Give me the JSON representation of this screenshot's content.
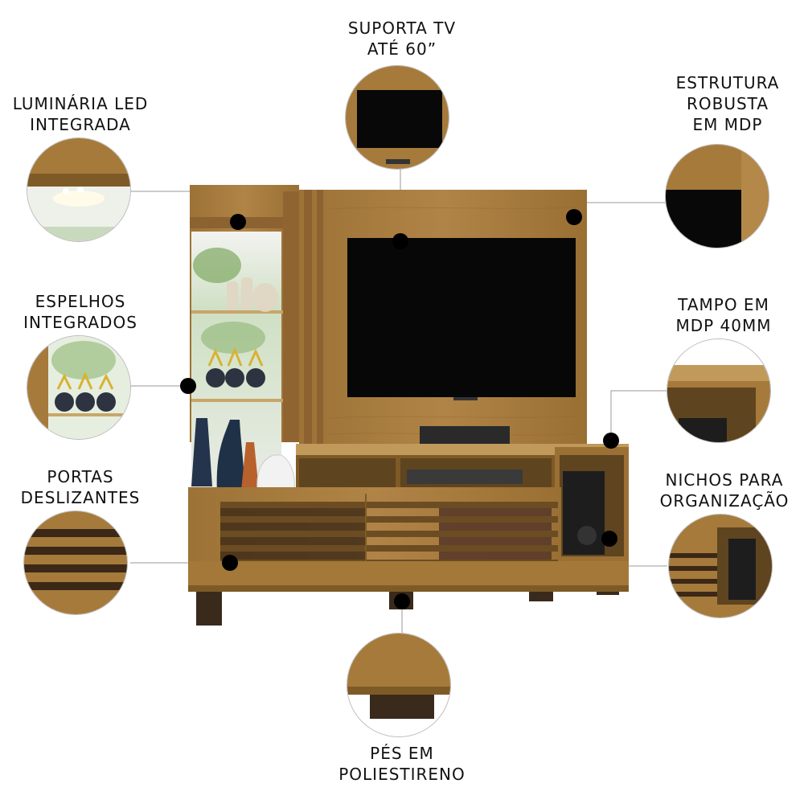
{
  "labels": {
    "tv": [
      "SUPORTA TV",
      "ATÉ 60”"
    ],
    "led": [
      "LUMINÁRIA LED",
      "INTEGRADA"
    ],
    "estrutura": [
      "ESTRUTURA",
      "ROBUSTA",
      "EM MDP"
    ],
    "espelhos": [
      "ESPELHOS",
      "INTEGRADOS"
    ],
    "tampo": [
      "TAMPO EM",
      "MDP 40MM"
    ],
    "portas": [
      "PORTAS",
      "DESLIZANTES"
    ],
    "nichos": [
      "NICHOS PARA",
      "ORGANIZAÇÃO"
    ],
    "pes": [
      "PÉS EM",
      "POLIESTIRENO"
    ]
  },
  "colors": {
    "wood": "#a57a3c",
    "wood_dark": "#7e5a26",
    "wood_light": "#c19a5b",
    "screen": "#080808",
    "feet": "#3a2a1c",
    "dot": "#000000"
  }
}
